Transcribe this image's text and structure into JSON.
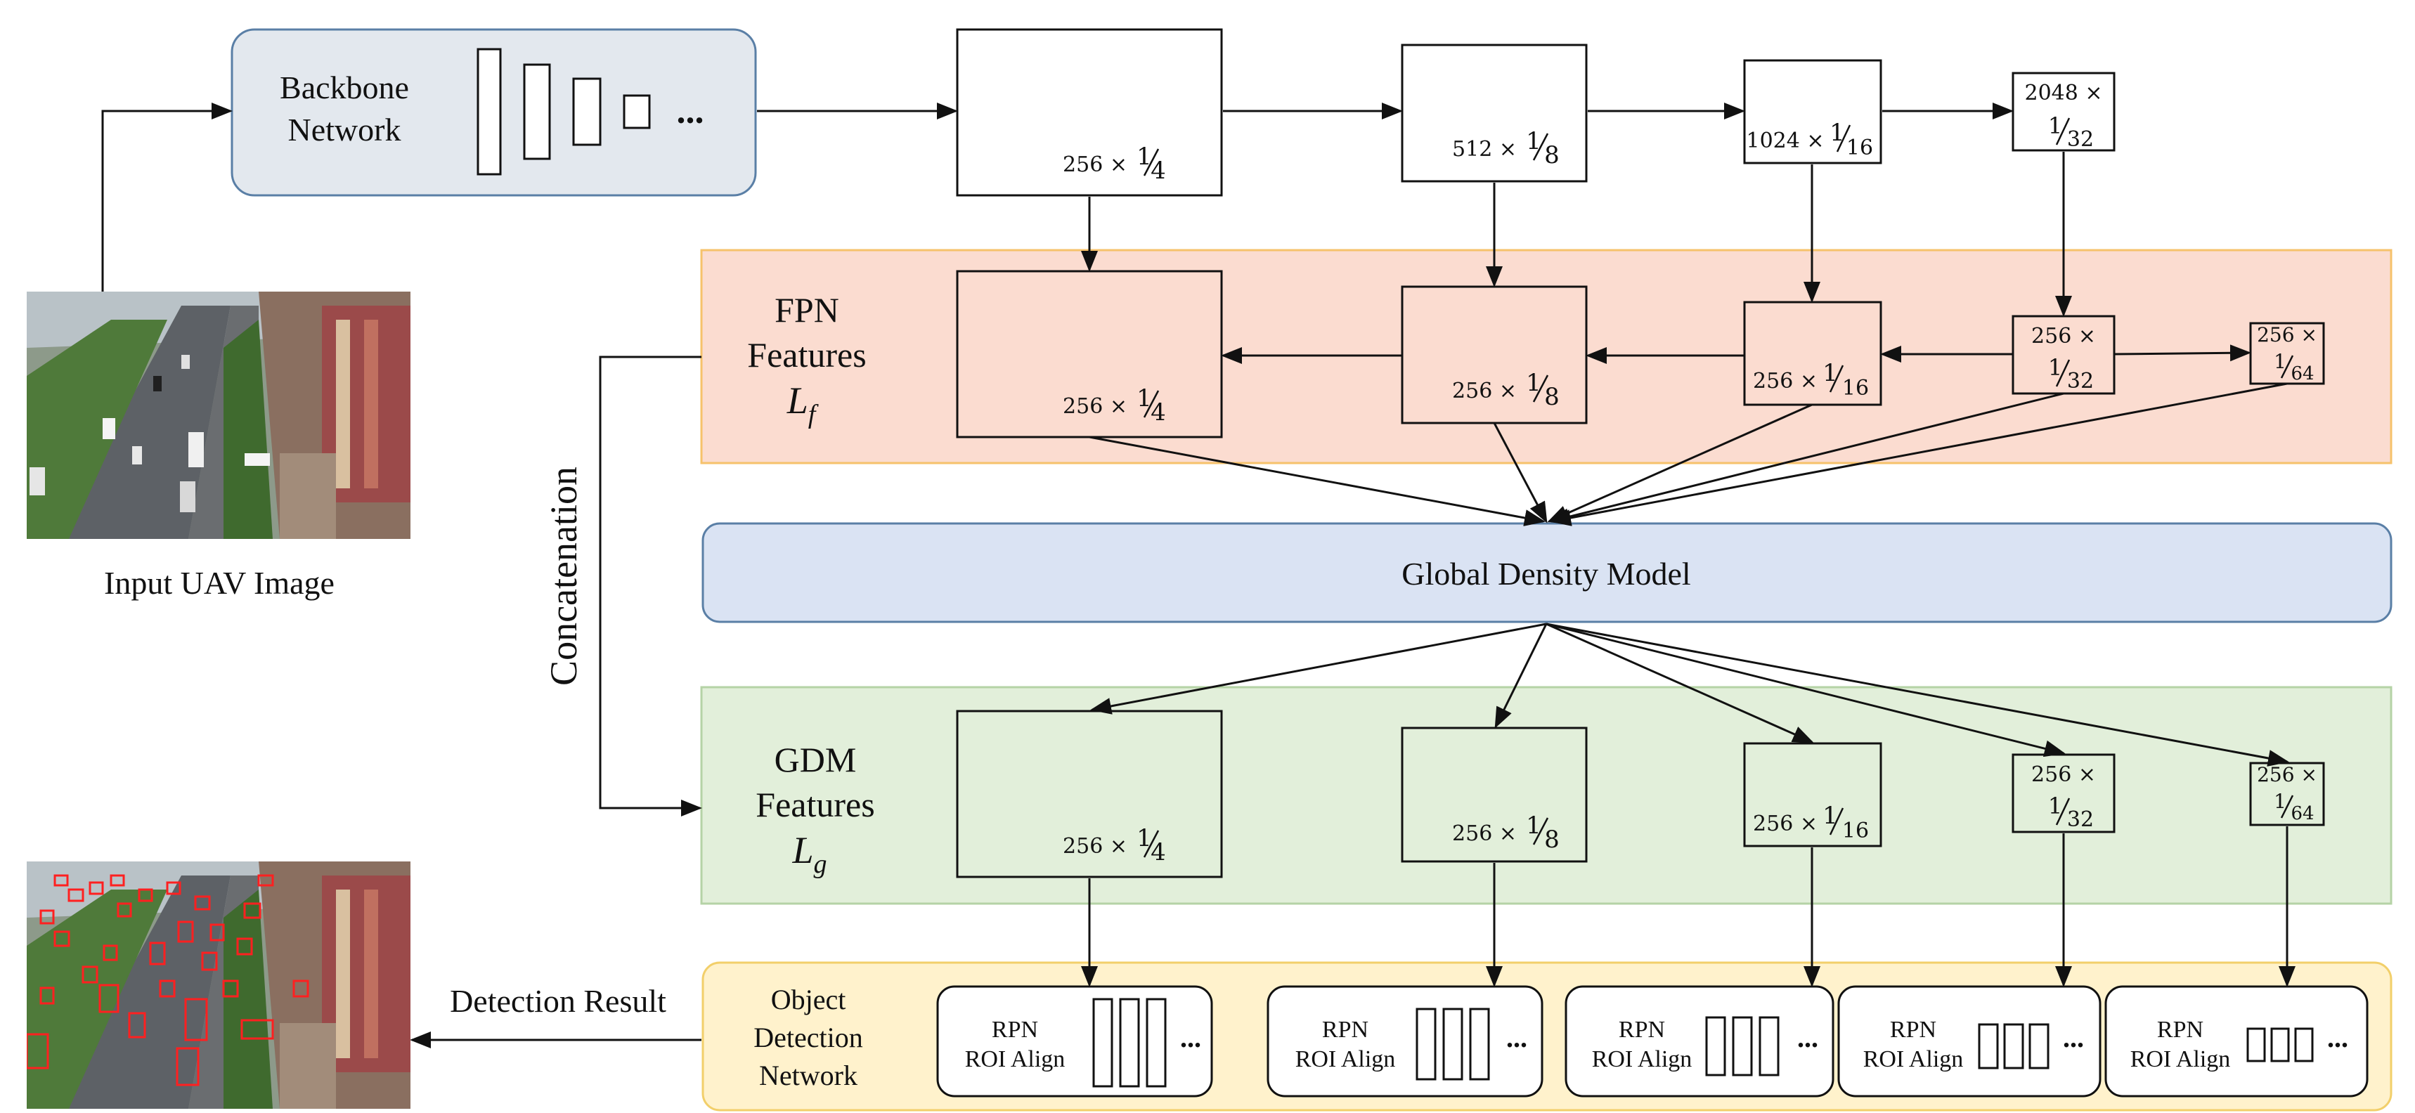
{
  "backbone": {
    "line1": "Backbone",
    "line2": "Network",
    "ellipsis": "..."
  },
  "input_caption": "Input UAV Image",
  "concatenation": "Concatenation",
  "fpn": {
    "line1": "FPN",
    "line2": "Features",
    "symbol": "L",
    "subscript": "f"
  },
  "gdm": {
    "line1": "GDM",
    "line2": "Features",
    "symbol": "L",
    "subscript": "g"
  },
  "global_density_model": "Global Density Model",
  "detection_result": "Detection Result",
  "odn": {
    "line1": "Object",
    "line2": "Detection",
    "line3": "Network"
  },
  "rpn_blocks": [
    {
      "line1": "RPN",
      "line2": "ROI Align",
      "ellipsis": "..."
    },
    {
      "line1": "RPN",
      "line2": "ROI Align",
      "ellipsis": "..."
    },
    {
      "line1": "RPN",
      "line2": "ROI Align",
      "ellipsis": "..."
    },
    {
      "line1": "RPN",
      "line2": "ROI Align",
      "ellipsis": "..."
    },
    {
      "line1": "RPN",
      "line2": "ROI Align",
      "ellipsis": "..."
    }
  ],
  "backbone_feature_labels": [
    {
      "channels": "256 ×",
      "num": "1",
      "den": "4"
    },
    {
      "channels": "512 ×",
      "num": "1",
      "den": "8"
    },
    {
      "channels": "1024 ×",
      "num": "1",
      "den": "16"
    },
    {
      "channels": "2048 ×",
      "num": "1",
      "den": "32"
    }
  ],
  "fpn_feature_labels": [
    {
      "channels": "256 ×",
      "num": "1",
      "den": "4"
    },
    {
      "channels": "256 ×",
      "num": "1",
      "den": "8"
    },
    {
      "channels": "256 ×",
      "num": "1",
      "den": "16"
    },
    {
      "channels": "256 ×",
      "num": "1",
      "den": "32"
    },
    {
      "channels": "256 ×",
      "num": "1",
      "den": "64"
    }
  ],
  "gdm_feature_labels": [
    {
      "channels": "256 ×",
      "num": "1",
      "den": "4"
    },
    {
      "channels": "256 ×",
      "num": "1",
      "den": "8"
    },
    {
      "channels": "256 ×",
      "num": "1",
      "den": "16"
    },
    {
      "channels": "256 ×",
      "num": "1",
      "den": "32"
    },
    {
      "channels": "256 ×",
      "num": "1",
      "den": "64"
    }
  ],
  "colors": {
    "backbone_fill": "#e3e8ee",
    "backbone_stroke": "#5a7fa6",
    "fpn_band": "#fbdcd0",
    "fpn_band_stroke": "#f6c26b",
    "gdm_band": "#e2efda",
    "gdm_band_stroke": "#b5d3a6",
    "density_fill": "#dae3f3",
    "density_stroke": "#5a7fa6",
    "odn_band": "#fff2cc",
    "odn_band_stroke": "#f2cf6a",
    "detection_box": "#ff2020"
  },
  "icons": [
    "arrow-icon"
  ]
}
